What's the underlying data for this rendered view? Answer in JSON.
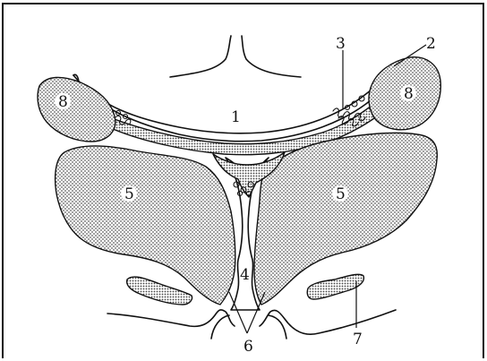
{
  "labels": {
    "l1": "1",
    "l2": "2",
    "l3": "3",
    "l4": "4",
    "l5_left": "5",
    "l5_right": "5",
    "l6": "6",
    "l7": "7",
    "l8_left": "8",
    "l8_right": "8"
  },
  "colors": {
    "ink": "#111111",
    "paper": "#ffffff",
    "stipple": "#9a9a9a"
  }
}
